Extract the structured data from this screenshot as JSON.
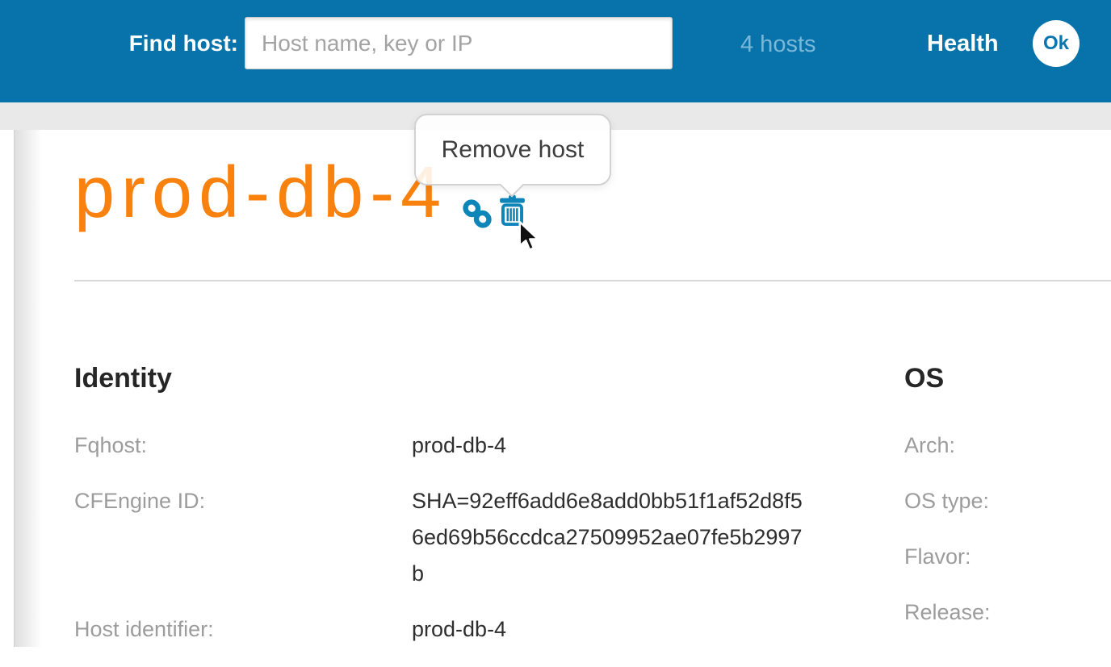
{
  "header": {
    "find_host_label": "Find host:",
    "search_placeholder": "Host name, key or IP",
    "search_value": "",
    "hosts_count_label": "4 hosts",
    "health_label": "Health",
    "health_status": "Ok"
  },
  "tooltip": {
    "text": "Remove host"
  },
  "page": {
    "title": "prod-db-4"
  },
  "icons": {
    "link": "chain-link-icon",
    "trash": "trash-can-icon",
    "cursor": "mouse-pointer-icon",
    "ok_badge": "health-ok-badge"
  },
  "identity": {
    "heading": "Identity",
    "rows": [
      {
        "label": "Fqhost:",
        "value": "prod-db-4"
      },
      {
        "label": "CFEngine ID:",
        "value": "SHA=92eff6add6e8add0bb51f1af52d8f56ed69b56ccdca27509952ae07fe5b2997b"
      },
      {
        "label": "Host identifier:",
        "value": "prod-db-4"
      }
    ]
  },
  "os": {
    "heading": "OS",
    "rows": [
      {
        "label": "Arch:"
      },
      {
        "label": "OS type:"
      },
      {
        "label": "Flavor:"
      },
      {
        "label": "Release:"
      }
    ]
  },
  "colors": {
    "header_bg": "#0873aa",
    "accent_orange": "#f9820f",
    "icon_blue": "#0e85b8",
    "hosts_link": "#79b8d8",
    "ok_badge_text": "#0b76ab",
    "substrip_gray": "#e9e9e9"
  }
}
